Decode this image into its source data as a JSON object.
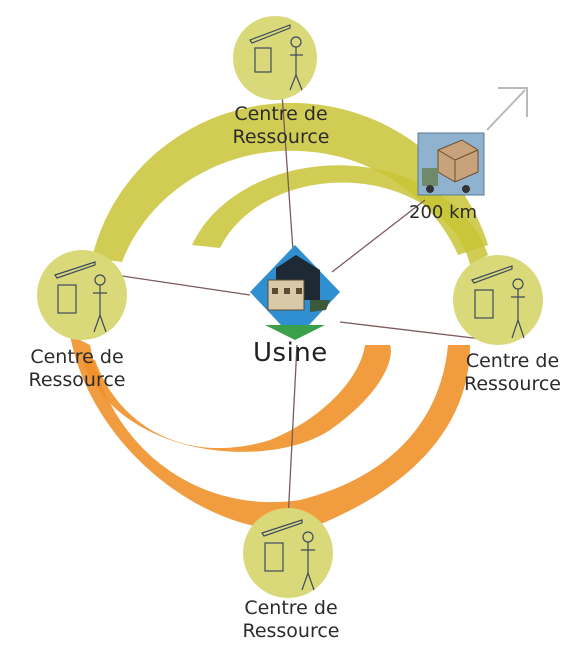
{
  "factory": {
    "label": "Usine"
  },
  "truck": {
    "distance": "200 km"
  },
  "centers": [
    {
      "line1": "Centre de",
      "line2": "Ressource"
    },
    {
      "line1": "Centre de",
      "line2": "Ressource"
    },
    {
      "line1": "Centre de",
      "line2": "Ressource"
    },
    {
      "line1": "Centre de",
      "line2": "Ressource"
    }
  ],
  "colors": {
    "yellow_arc": "#c9c436",
    "orange_arc": "#f0912a",
    "circle_fill": "#dad97a",
    "diamond_blue": "#2f8fd0",
    "diamond_green": "#3aa14a"
  },
  "icons": {
    "worker": "worker-with-crane-icon",
    "factory": "factory-building-icon",
    "truck": "delivery-truck-icon",
    "arrow": "outward-arrow-icon"
  }
}
